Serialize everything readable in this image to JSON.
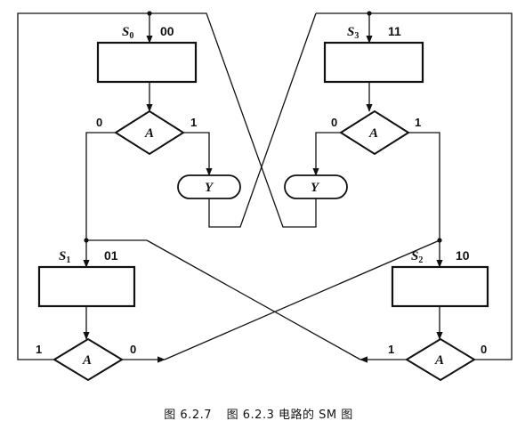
{
  "states": [
    {
      "id": "s0",
      "letter": "S",
      "sub": "0",
      "code": "00"
    },
    {
      "id": "s3",
      "letter": "S",
      "sub": "3",
      "code": "11"
    },
    {
      "id": "s1",
      "letter": "S",
      "sub": "1",
      "code": "01"
    },
    {
      "id": "s2",
      "letter": "S",
      "sub": "2",
      "code": "10"
    }
  ],
  "decisions": {
    "d0": {
      "var": "A",
      "left": "0",
      "right": "1"
    },
    "d3": {
      "var": "A",
      "left": "0",
      "right": "1"
    },
    "d1": {
      "var": "A",
      "left": "1",
      "right": "0"
    },
    "d2": {
      "var": "A",
      "left": "1",
      "right": "0"
    }
  },
  "outputs": {
    "y_left": "Y",
    "y_right": "Y"
  },
  "caption": {
    "figure_number": "图 6.2.7",
    "title": "图 6.2.3 电路的 SM 图"
  }
}
